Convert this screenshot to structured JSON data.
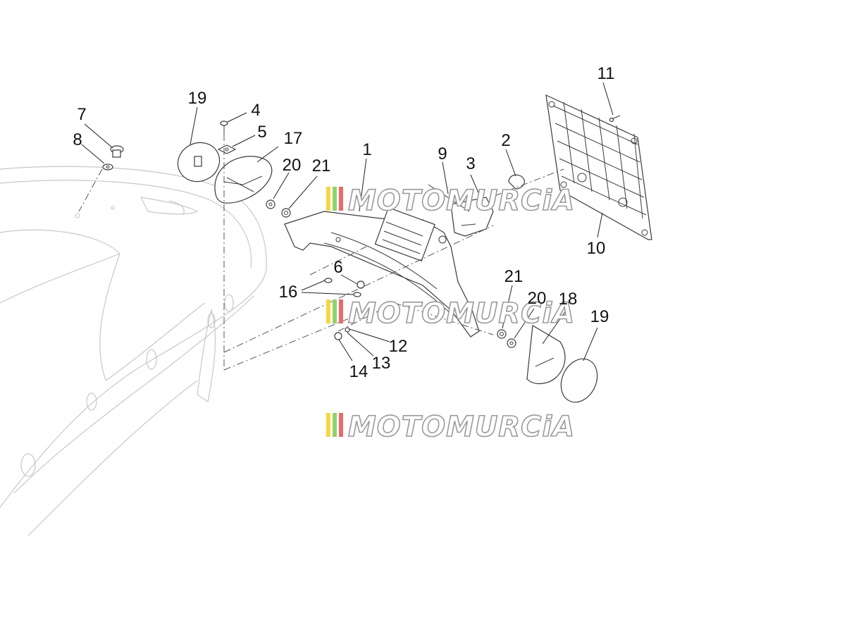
{
  "diagram": {
    "watermark": "MOTOMURCiA",
    "watermark_colors": [
      "#f5d547",
      "#8fd16a",
      "#e76b6b"
    ],
    "callouts": {
      "n1": "1",
      "n2": "2",
      "n3": "3",
      "n4": "4",
      "n5": "5",
      "n6": "6",
      "n7": "7",
      "n8": "8",
      "n9": "9",
      "n10": "10",
      "n11": "11",
      "n12": "12",
      "n13": "13",
      "n14": "14",
      "n16": "16",
      "n17": "17",
      "n18": "18",
      "n19": "19",
      "n20": "20",
      "n21": "21"
    }
  }
}
